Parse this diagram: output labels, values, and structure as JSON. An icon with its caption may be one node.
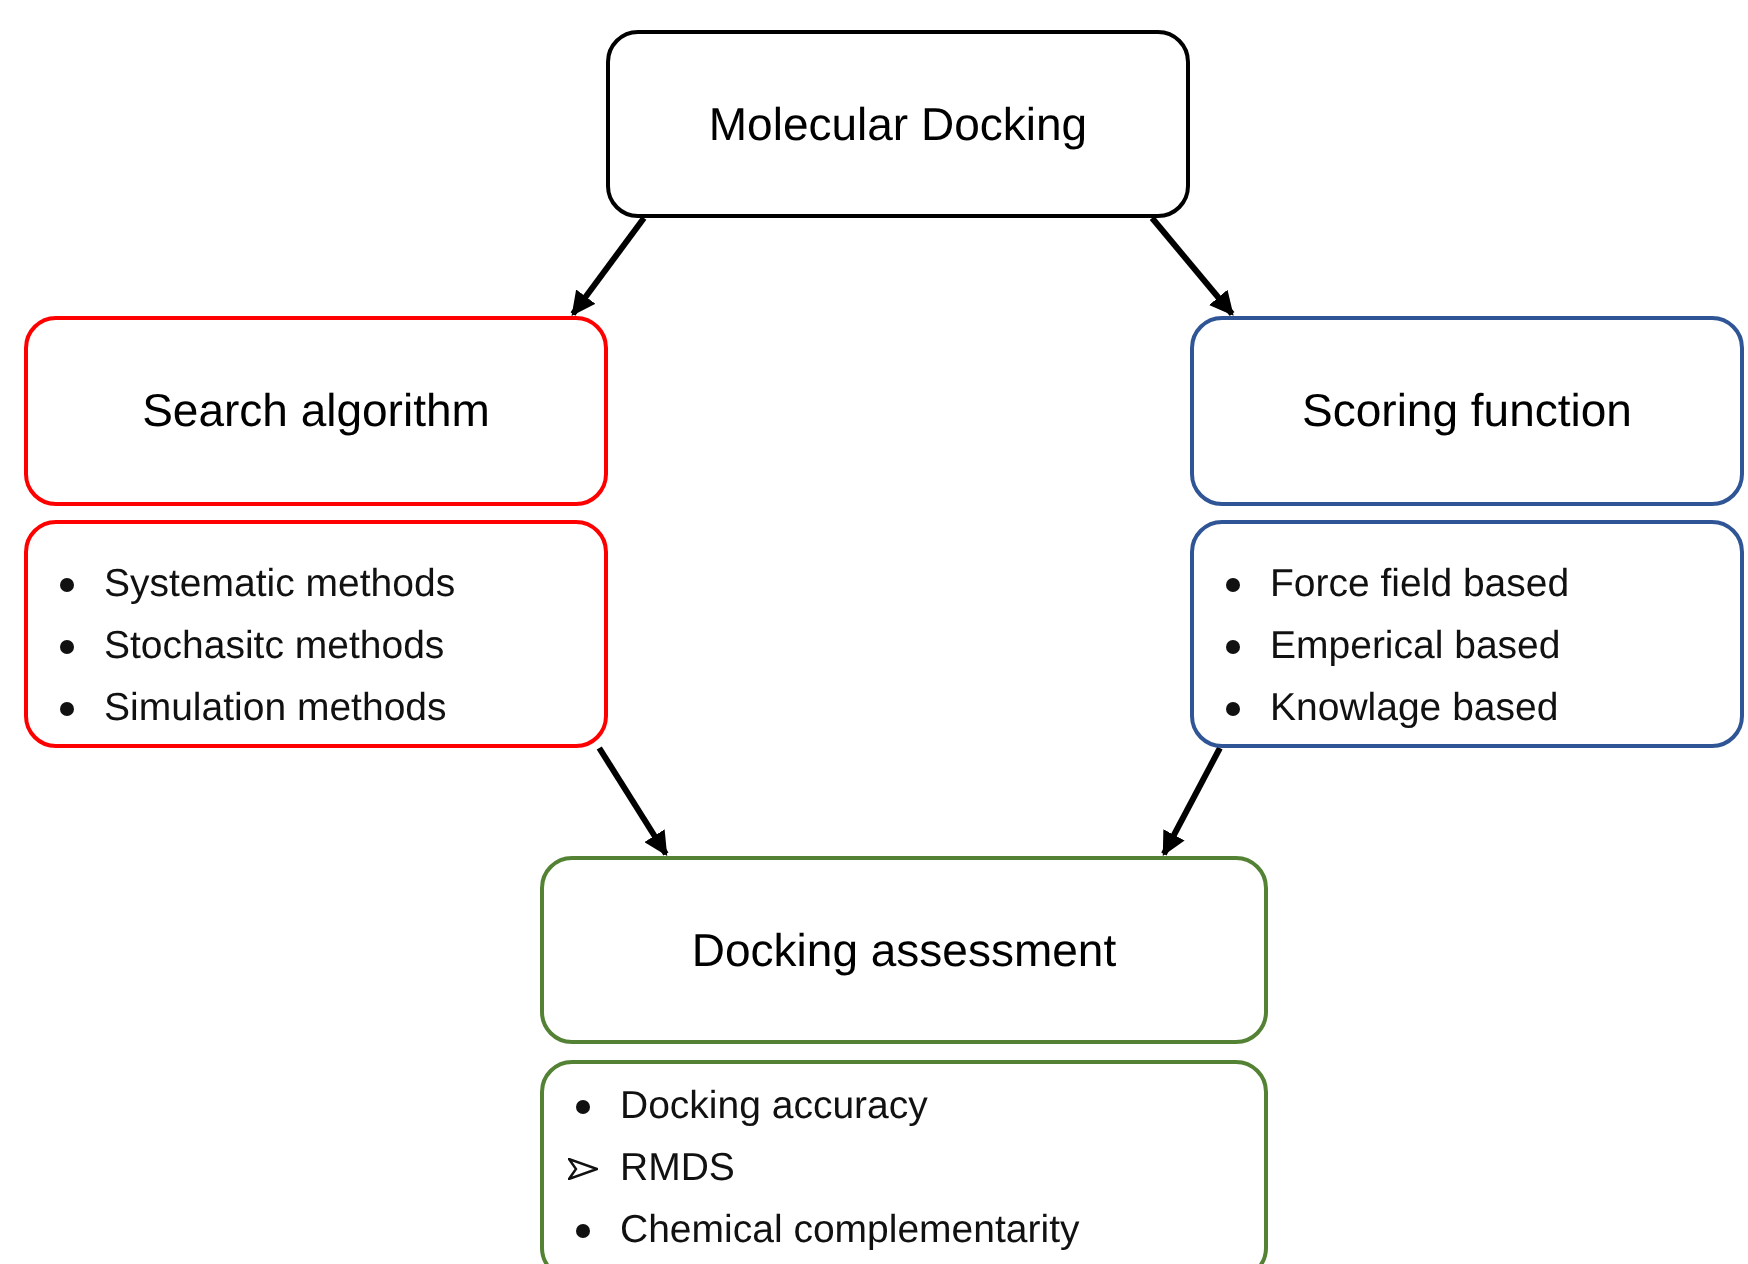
{
  "diagram": {
    "nodes": [
      {
        "text": [
          "Molecular Docking"
        ]
      },
      {
        "text": [
          "Search algorithm"
        ]
      },
      {
        "text": [
          "Systematic methods",
          "Stochasitc methods",
          "Simulation methods"
        ]
      },
      {
        "text": [
          "Scoring function"
        ]
      },
      {
        "text": [
          "Force field based",
          "Emperical based",
          "Knowlage based"
        ]
      },
      {
        "text": [
          "Docking assessment"
        ]
      },
      {
        "text": [
          "Docking accuracy",
          "RMDS",
          "Chemical complementarity"
        ]
      }
    ],
    "edges": [
      {
        "from": 0,
        "to": 1,
        "arrow": "to"
      },
      {
        "from": 0,
        "to": 3,
        "arrow": "to"
      },
      {
        "from": 2,
        "to": 5,
        "arrow": "to"
      },
      {
        "from": 4,
        "to": 5,
        "arrow": "to"
      }
    ]
  }
}
